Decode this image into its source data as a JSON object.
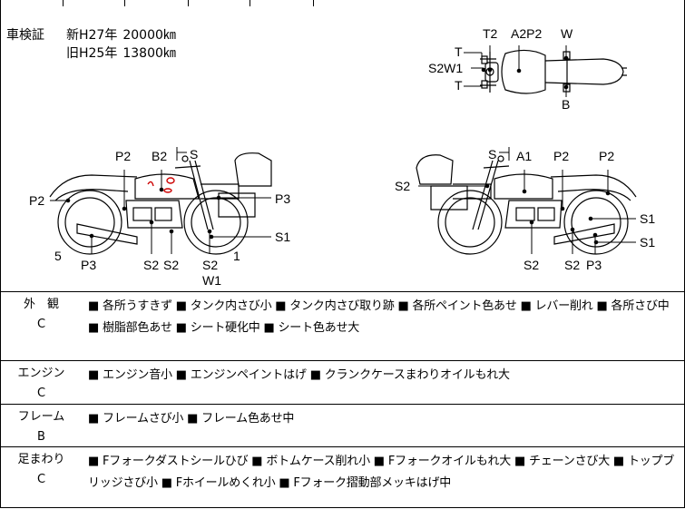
{
  "inspection": {
    "label": "車検証",
    "new_label": "新H27年",
    "new_value": "20000㎞",
    "old_label": "旧H25年",
    "old_value": "13800㎞"
  },
  "diagram_labels": {
    "top_view": [
      "T2",
      "A2P2",
      "W",
      "T",
      "S2W1",
      "T",
      "B"
    ],
    "left_view": [
      "P2",
      "B2",
      "S",
      "P2",
      "P3",
      "S1",
      "5",
      "P3",
      "S2",
      "S2",
      "S2",
      "W1",
      "1"
    ],
    "right_view": [
      "S",
      "A1",
      "P2",
      "P2",
      "S2",
      "S1",
      "S1",
      "S2",
      "S2",
      "P3"
    ]
  },
  "conditions": [
    {
      "category": "外　観",
      "grade": "C",
      "text": "■ 各所うすきず ■ タンク内さび小 ■ タンク内さび取り跡 ■ 各所ペイント色あせ ■ レバー削れ ■ 各所さび中 ■ 樹脂部色あせ ■ シート硬化中 ■ シート色あせ大"
    },
    {
      "category": "エンジン",
      "grade": "C",
      "text": "■ エンジン音小 ■ エンジンペイントはげ ■ クランクケースまわりオイルもれ大"
    },
    {
      "category": "フレーム",
      "grade": "B",
      "text": "■ フレームさび小 ■ フレーム色あせ中"
    },
    {
      "category": "足まわり",
      "grade": "C",
      "text": "■ Fフォークダストシールひび ■ ボトムケース削れ小 ■ Fフォークオイルもれ大 ■ チェーンさび大 ■ トップブリッジさび小 ■ Fホイールめくれ小 ■ Fフォーク摺動部メッキはげ中"
    }
  ],
  "colors": {
    "line": "#000000",
    "damage": "#cc0000"
  }
}
